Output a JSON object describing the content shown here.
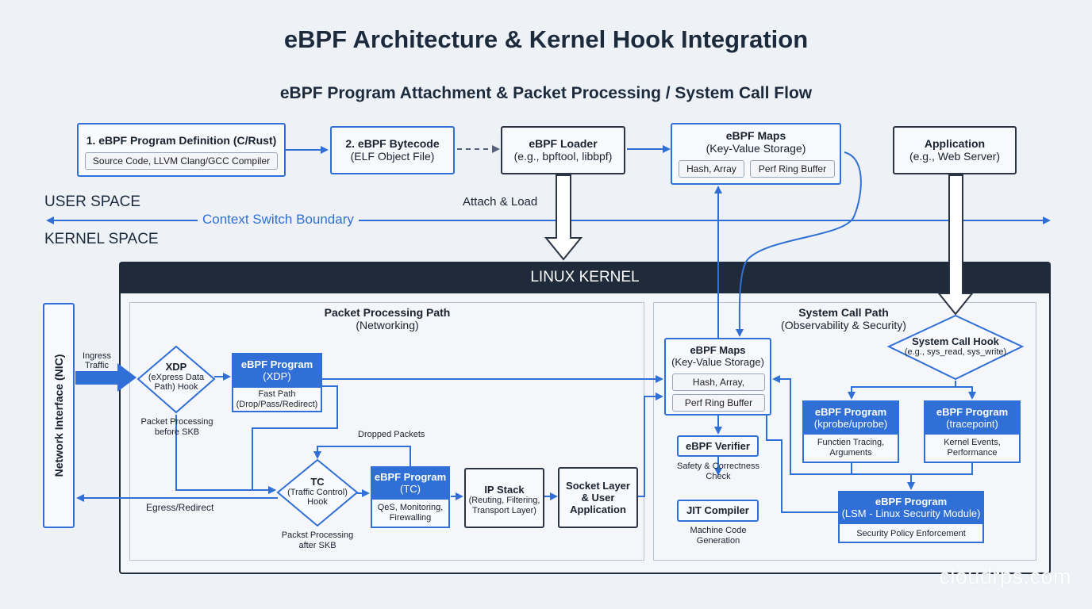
{
  "title": "eBPF Architecture & Kernel Hook Integration",
  "subtitle": "eBPF Program Attachment & Packet Processing / System Call Flow",
  "user_space": {
    "program_definition": {
      "title": "1. eBPF Program Definition (C/Rust)",
      "detail": "Source Code, LLVM Clang/GCC Compiler"
    },
    "bytecode": {
      "title": "2. eBPF Bytecode",
      "detail": "(ELF Object File)"
    },
    "loader": {
      "title": "eBPF Loader",
      "detail": "(e.g., bpftool, libbpf)"
    },
    "maps": {
      "title": "eBPF Maps",
      "detail": "(Key-Value Storage)",
      "chips": [
        "Hash, Array",
        "Perf Ring Buffer"
      ]
    },
    "application": {
      "title": "Application",
      "detail": "(e.g., Web Server)"
    }
  },
  "boundary": {
    "user_space_label": "USER SPACE",
    "kernel_space_label": "KERNEL SPACE",
    "boundary_label": "Context Switch Boundary",
    "attach_label": "Attach & Load"
  },
  "kernel": {
    "title": "LINUX KERNEL",
    "nic_label": "Network Interface (NIC)",
    "ingress_label": "Ingress Traffic",
    "egress_label": "Egress/Redirect",
    "packet_path": {
      "title": "Packet Processing Path",
      "subtitle": "(Networking)",
      "xdp_hook": {
        "title": "XDP",
        "detail": "(eXpress Data Path) Hook",
        "caption": "Packet Processing before SKB"
      },
      "xdp_program": {
        "title": "eBPF Program",
        "tag": "(XDP)",
        "detail": "Fast Path (Drop/Pass/Redirect)"
      },
      "dropped_label": "Dropped Packets",
      "tc_hook": {
        "title": "TC",
        "detail": "(Traffic Control) Hook",
        "caption": "Packst Processing after SKB"
      },
      "tc_program": {
        "title": "eBPF Program",
        "tag": "(TC)",
        "detail": "QeS, Monitoring, Firewalling"
      },
      "ip_stack": {
        "title": "IP Stack",
        "detail": "(Reuting, Filtering, Transport Layer)"
      },
      "socket_layer": {
        "title": "Socket Layer & User Application"
      }
    },
    "syscall_path": {
      "title": "System Call Path",
      "subtitle": "(Observability & Security)",
      "maps": {
        "title": "eBPF Maps",
        "detail": "(Key-Value Storage)",
        "chips": [
          "Hash, Array,",
          "Perf Ring Buffer"
        ]
      },
      "verifier": {
        "title": "eBPF Verifier",
        "caption": "Safety & Correctness Check"
      },
      "jit": {
        "title": "JIT Compiler",
        "caption": "Machine Code Generation"
      },
      "syscall_hook": {
        "title": "System Call Hook",
        "detail": "(e.g., sys_read, sys_write)"
      },
      "kprobe_program": {
        "title": "eBPF Program",
        "tag": "(kprobe/uprobe)",
        "detail": "Functien Tracing, Arguments"
      },
      "tracepoint_program": {
        "title": "eBPF Program",
        "tag": "(tracepoint)",
        "detail": "Kernel Events, Performance"
      },
      "lsm_program": {
        "title": "eBPF Program",
        "tag": "(LSM - Linux Security Module)",
        "detail": "Security Policy Enforcement"
      }
    }
  },
  "watermark": "cloudrps.com",
  "colors": {
    "accent": "#2f6fd6",
    "dark": "#1f2a3a",
    "background": "#eef2f7"
  }
}
